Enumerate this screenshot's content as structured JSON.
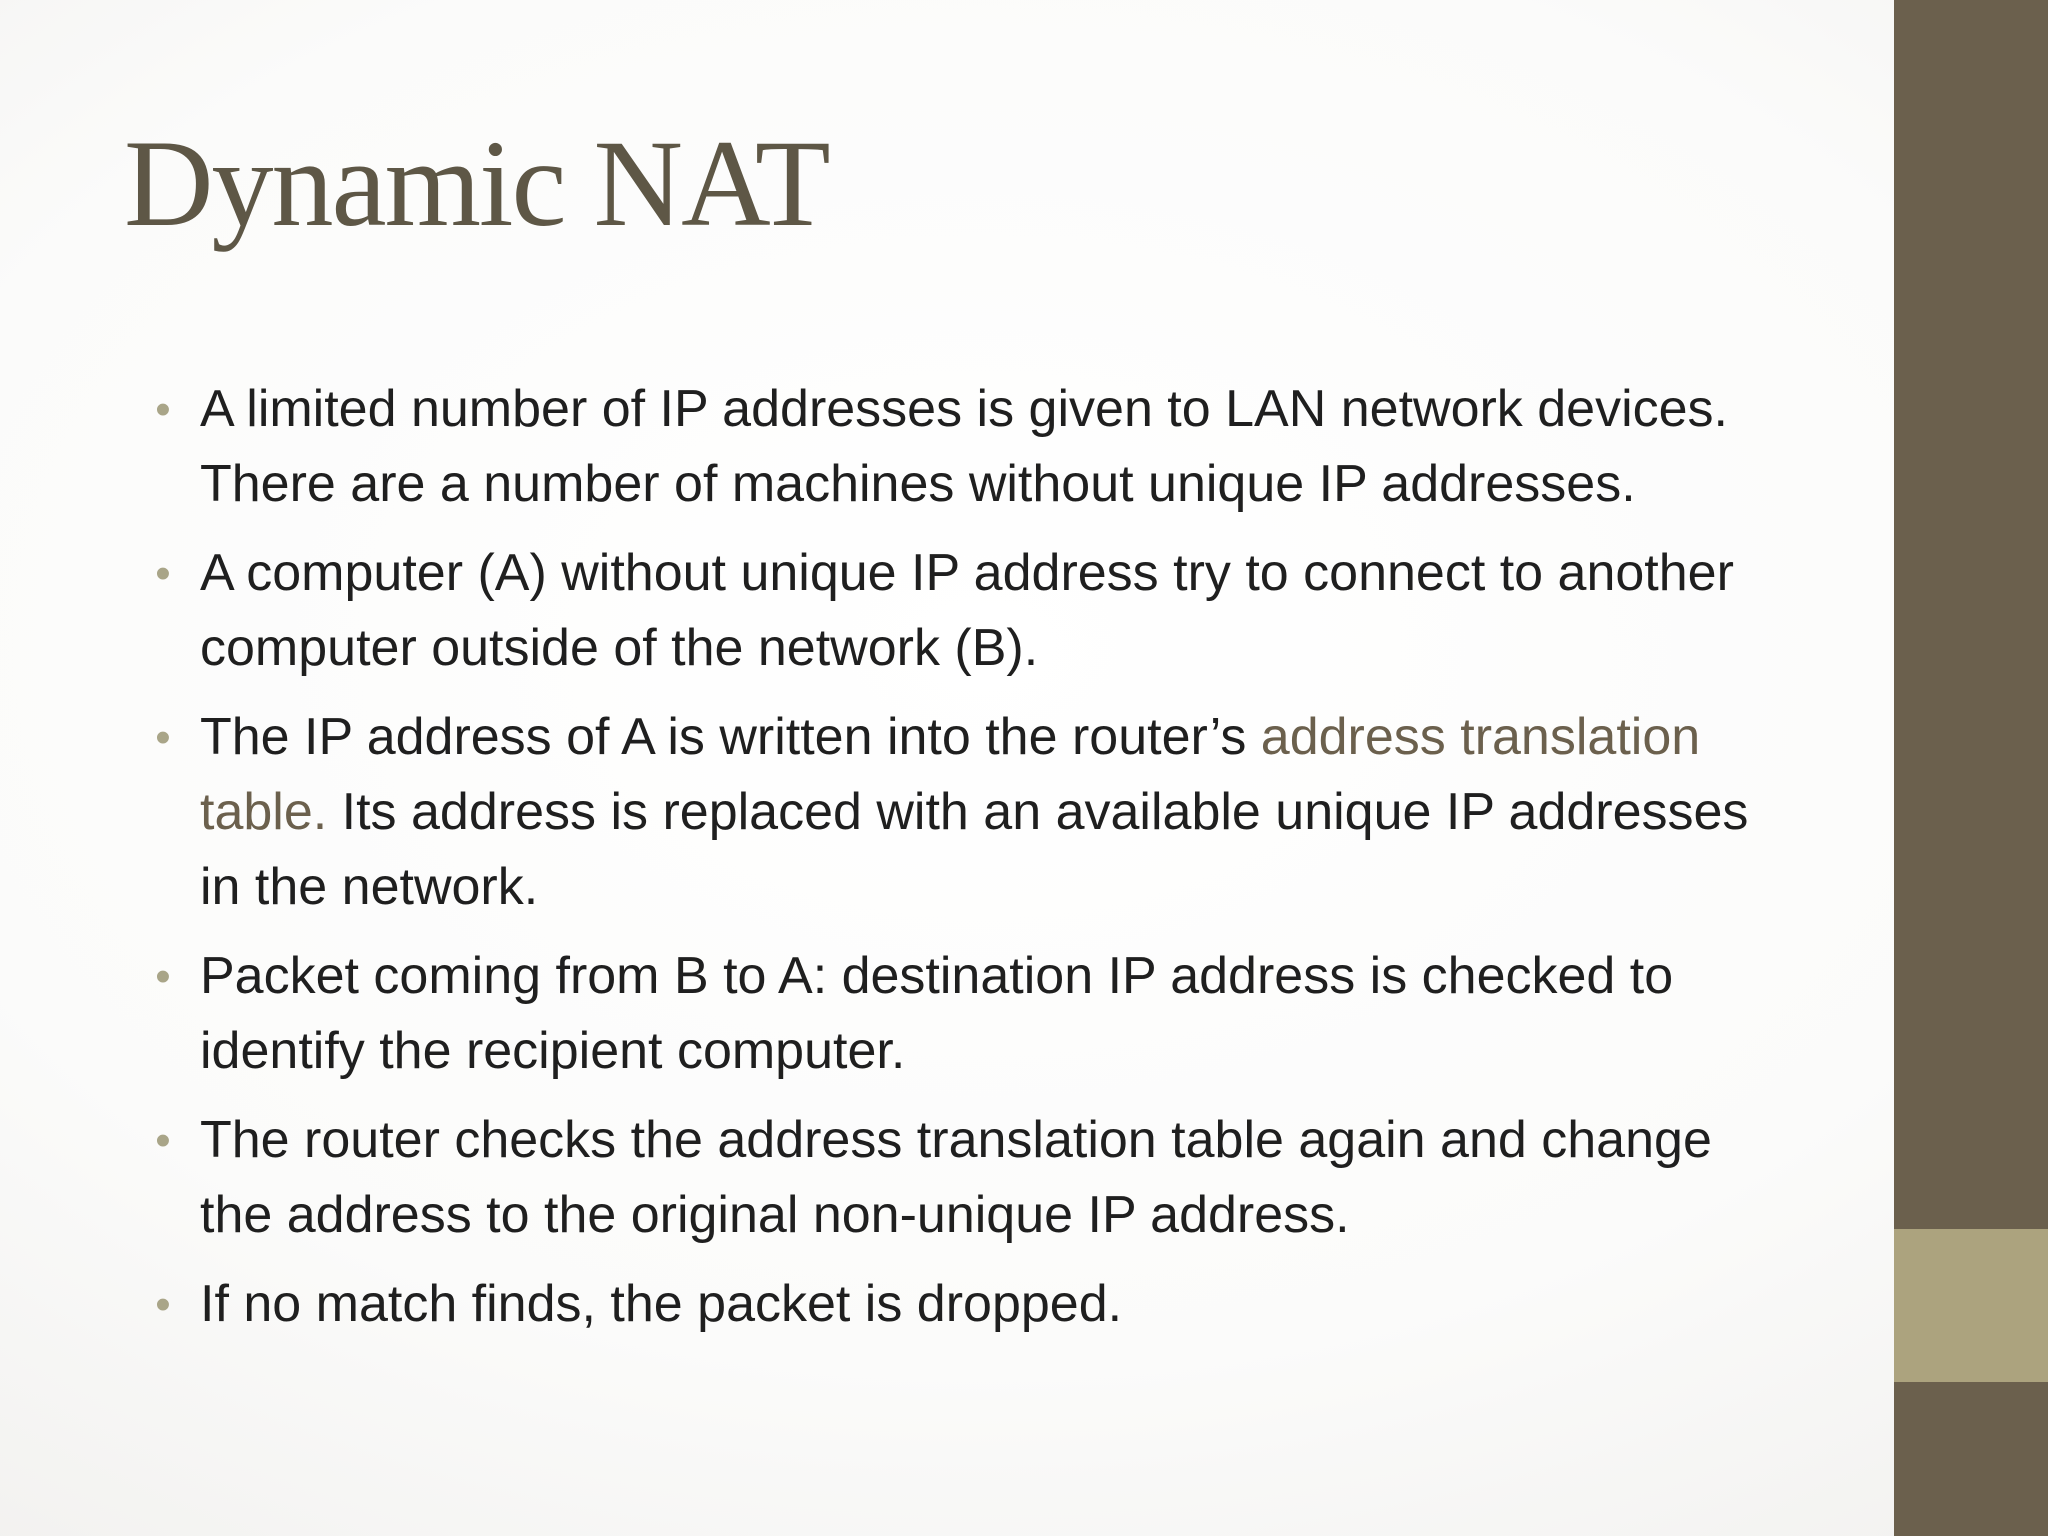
{
  "colors": {
    "title": "#5e5746",
    "body_text": "#1f1f1f",
    "bullet": "#a9a588",
    "highlight": "#6b604d",
    "side_bar": "#6b604d",
    "side_accent": "#aca37e"
  },
  "slide": {
    "title": "Dynamic NAT",
    "bullet_glyph": "•",
    "bullets": [
      {
        "text": "A limited number of IP addresses is given to LAN network devices. There are a number of machines without unique IP addresses."
      },
      {
        "text": "A computer (A) without unique IP address try to connect to another computer outside of the network (B)."
      },
      {
        "before": "The IP address of A is written into the router’s ",
        "highlight": "address translation table.",
        "after": " Its address is replaced with an available unique IP addresses in the network."
      },
      {
        "text": "Packet coming from B to A: destination IP address is checked to identify the recipient computer."
      },
      {
        "text": "The router checks the address translation table again and change the address to the original non-unique IP address."
      },
      {
        "text": "If no match finds, the packet is dropped."
      }
    ]
  }
}
